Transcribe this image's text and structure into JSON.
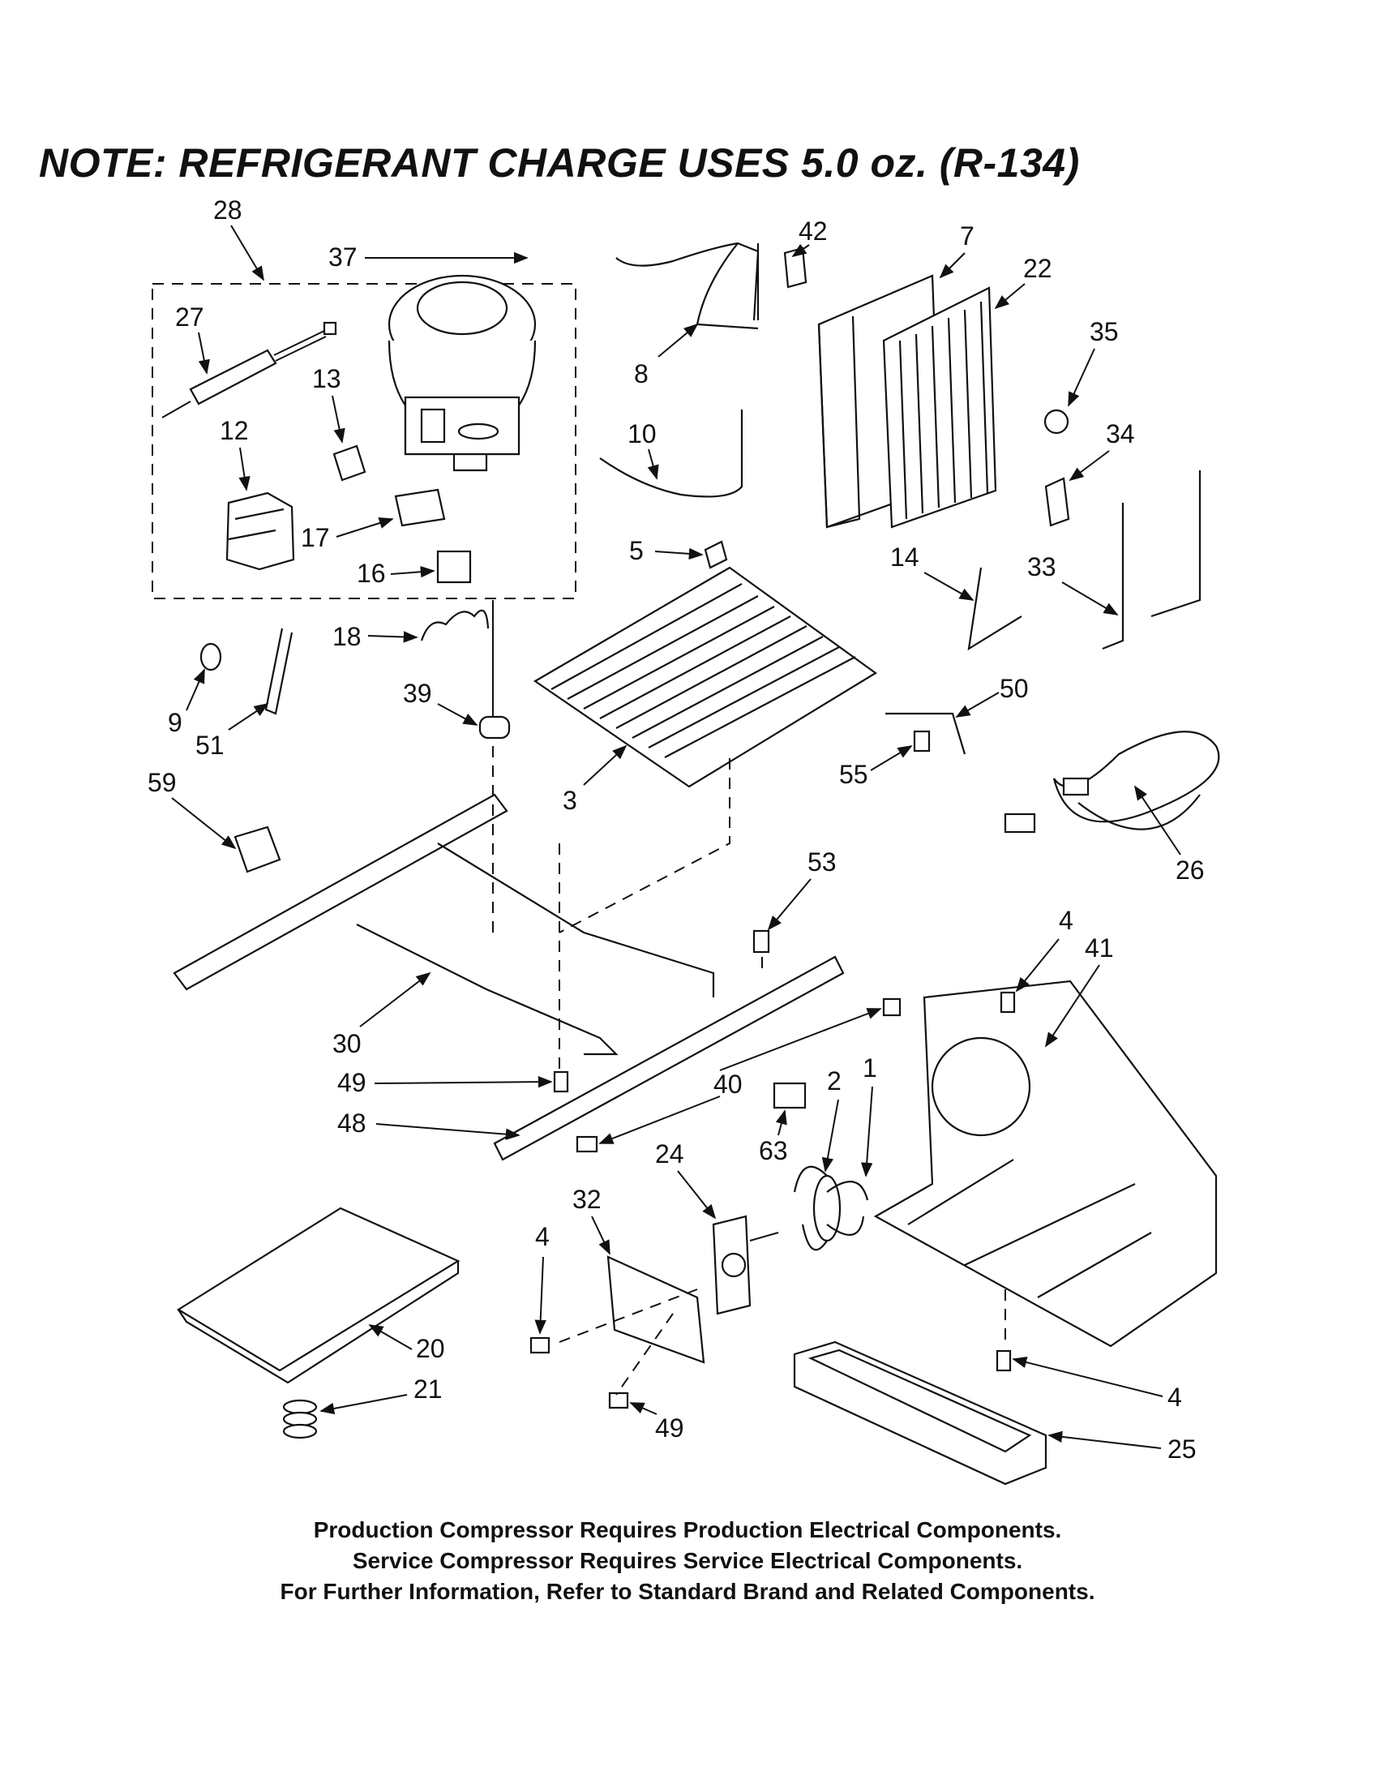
{
  "note": "NOTE: REFRIGERANT CHARGE USES 5.0 oz. (R-134)",
  "footer": {
    "line1": "Production Compressor Requires Production Electrical Components.",
    "line2": "Service Compressor Requires Service Electrical Components.",
    "line3": "For Further Information, Refer to Standard Brand and Related Components."
  },
  "callouts": {
    "c28": "28",
    "c37": "37",
    "c27": "27",
    "c13": "13",
    "c12": "12",
    "c17": "17",
    "c16": "16",
    "c8": "8",
    "c42": "42",
    "c7": "7",
    "c22": "22",
    "c35": "35",
    "c10": "10",
    "c34": "34",
    "c5": "5",
    "c14": "14",
    "c33": "33",
    "c18": "18",
    "c9": "9",
    "c51": "51",
    "c39": "39",
    "c50": "50",
    "c55": "55",
    "c59": "59",
    "c3": "3",
    "c26": "26",
    "c53": "53",
    "c4a": "4",
    "c41": "41",
    "c30": "30",
    "c49a": "49",
    "c40": "40",
    "c2": "2",
    "c1": "1",
    "c48": "48",
    "c63": "63",
    "c24": "24",
    "c32": "32",
    "c4b": "4",
    "c20": "20",
    "c21": "21",
    "c49b": "49",
    "c4c": "4",
    "c25": "25"
  }
}
